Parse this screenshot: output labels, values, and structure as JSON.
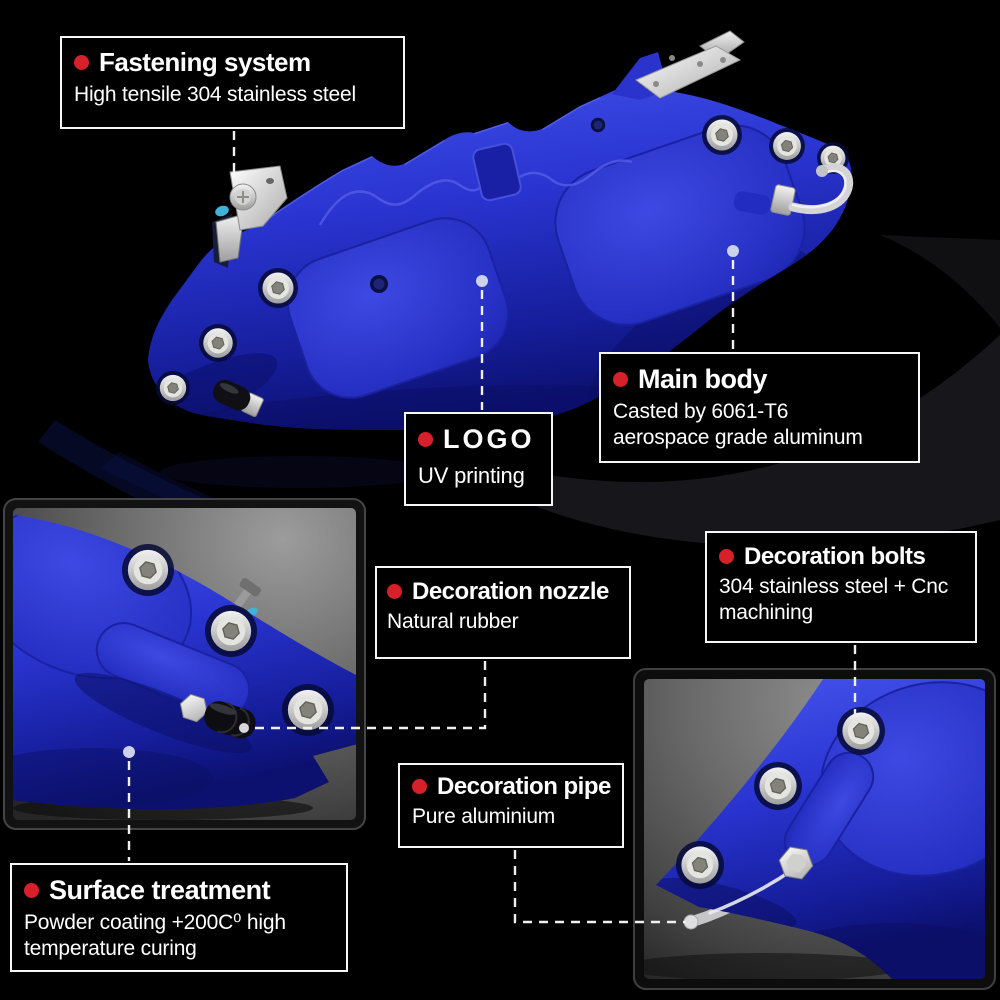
{
  "labels": [
    {
      "id": "fastening-system",
      "title": "Fastening system",
      "subtitle": "High tensile 304 stainless steel"
    },
    {
      "id": "logo",
      "title": "LOGO",
      "subtitle": "UV printing"
    },
    {
      "id": "main-body",
      "title": "Main body",
      "subtitle": "Casted by 6061-T6\naerospace grade aluminum"
    },
    {
      "id": "decoration-nozzle",
      "title": "Decoration nozzle",
      "subtitle": "Natural rubber"
    },
    {
      "id": "decoration-bolts",
      "title": "Decoration bolts",
      "subtitle": "304 stainless steel + Cnc\nmachining"
    },
    {
      "id": "decoration-pipe",
      "title": "Decoration pipe",
      "subtitle": "Pure aluminium"
    },
    {
      "id": "surface-treatment",
      "title": "Surface treatment",
      "subtitle": "Powder coating +200C⁰ high\ntemperature curing"
    }
  ],
  "colors": {
    "background": "#000000",
    "accent_red": "#d6202a",
    "caliper_blue": "#2230cc",
    "label_border": "#f6f6f6",
    "label_text": "#ffffff",
    "leader_line": "#f0f0f0"
  }
}
